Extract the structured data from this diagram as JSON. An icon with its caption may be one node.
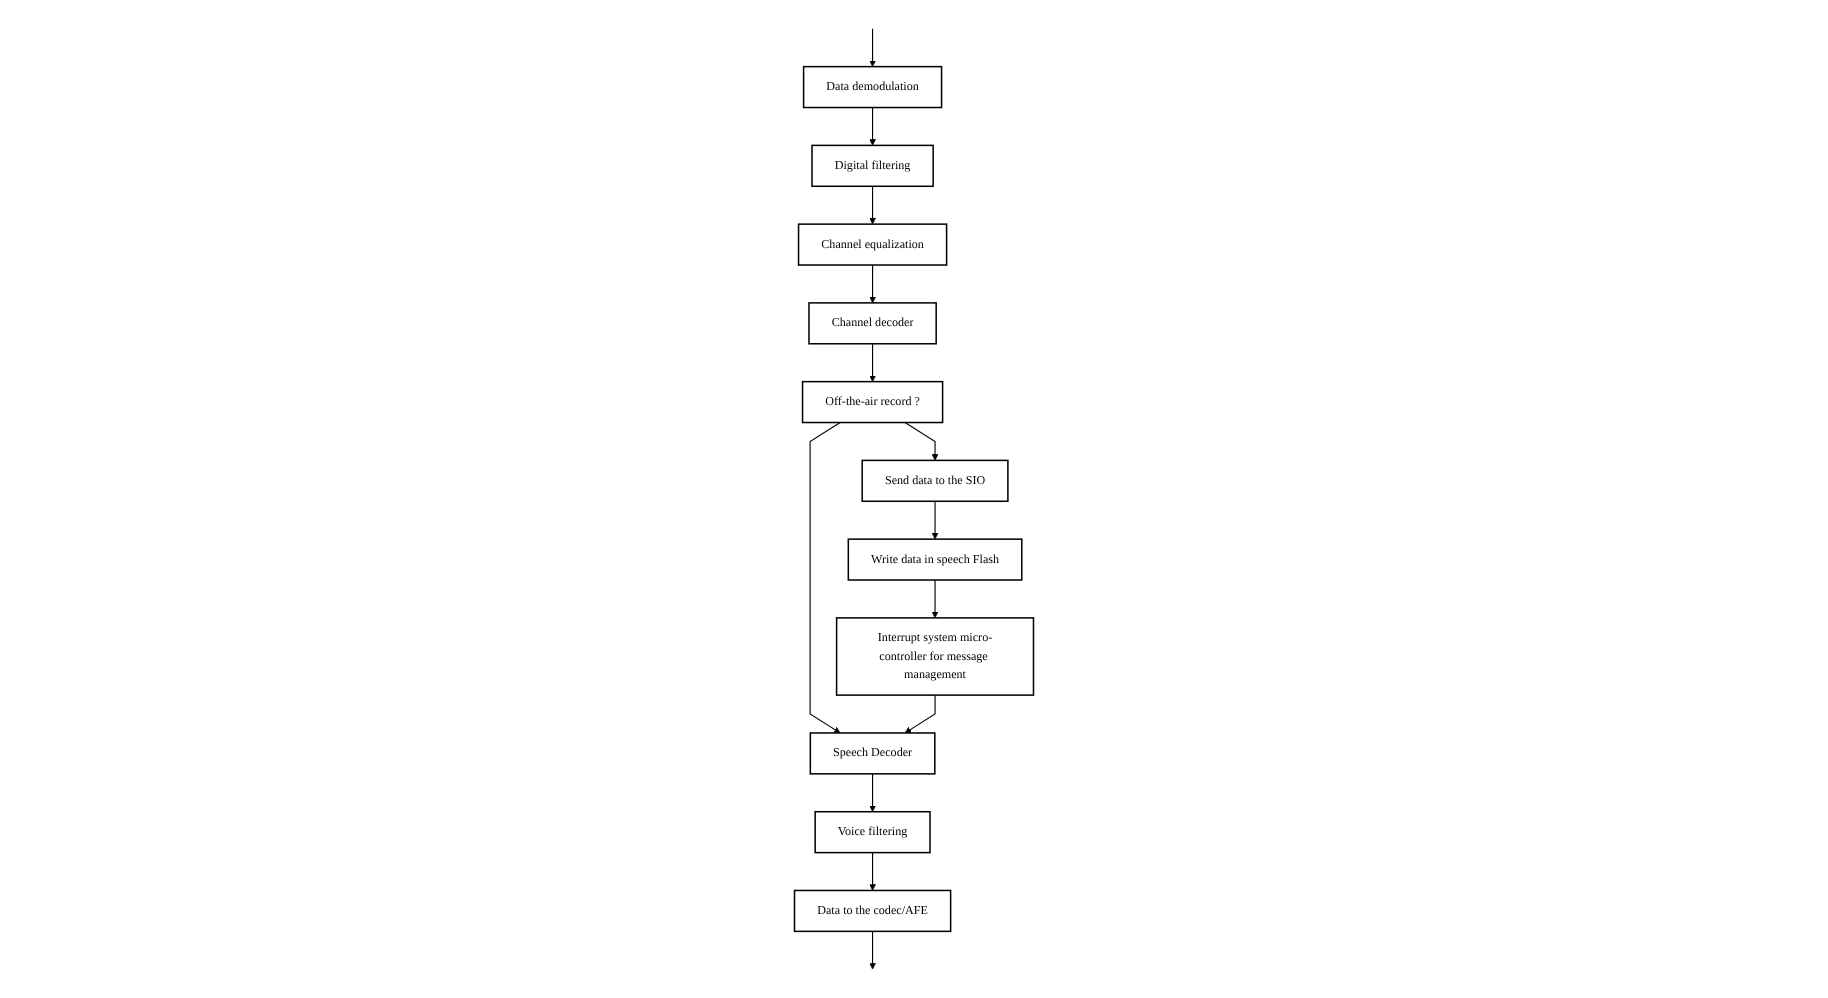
{
  "diagram": {
    "nodes": [
      {
        "text": [
          "Data demodulation"
        ]
      },
      {
        "text": [
          "Digital filtering"
        ]
      },
      {
        "text": [
          "Channel equalization"
        ]
      },
      {
        "text": [
          "Channel decoder"
        ]
      },
      {
        "text": [
          "Off-the-air record ?"
        ]
      },
      {
        "text": [
          "Speech Decoder"
        ]
      },
      {
        "text": [
          "Voice filtering"
        ]
      },
      {
        "text": [
          "Data to the codec/AFE"
        ]
      },
      {
        "text": [
          "Send data to the SIO"
        ]
      },
      {
        "text": [
          "Write data in speech Flash"
        ]
      },
      {
        "text": [
          "Interrupt system micro-controller for message management"
        ]
      }
    ],
    "edges": [
      {
        "from": null,
        "to": 0,
        "arrow": "to"
      },
      {
        "from": 0,
        "to": 1,
        "arrow": "to"
      },
      {
        "from": 1,
        "to": 2,
        "arrow": "to"
      },
      {
        "from": 2,
        "to": 3,
        "arrow": "to"
      },
      {
        "from": 3,
        "to": 4,
        "arrow": "to"
      },
      {
        "from": 4,
        "to": 5,
        "arrow": "to"
      },
      {
        "from": 4,
        "to": 8,
        "arrow": "to"
      },
      {
        "from": 5,
        "to": 6,
        "arrow": "to"
      },
      {
        "from": 6,
        "to": 7,
        "arrow": "to"
      },
      {
        "from": 7,
        "to": null,
        "arrow": "to"
      },
      {
        "from": 8,
        "to": 9,
        "arrow": "to"
      },
      {
        "from": 9,
        "to": 10,
        "arrow": "to"
      },
      {
        "from": 10,
        "to": 5,
        "arrow": "to"
      }
    ]
  }
}
